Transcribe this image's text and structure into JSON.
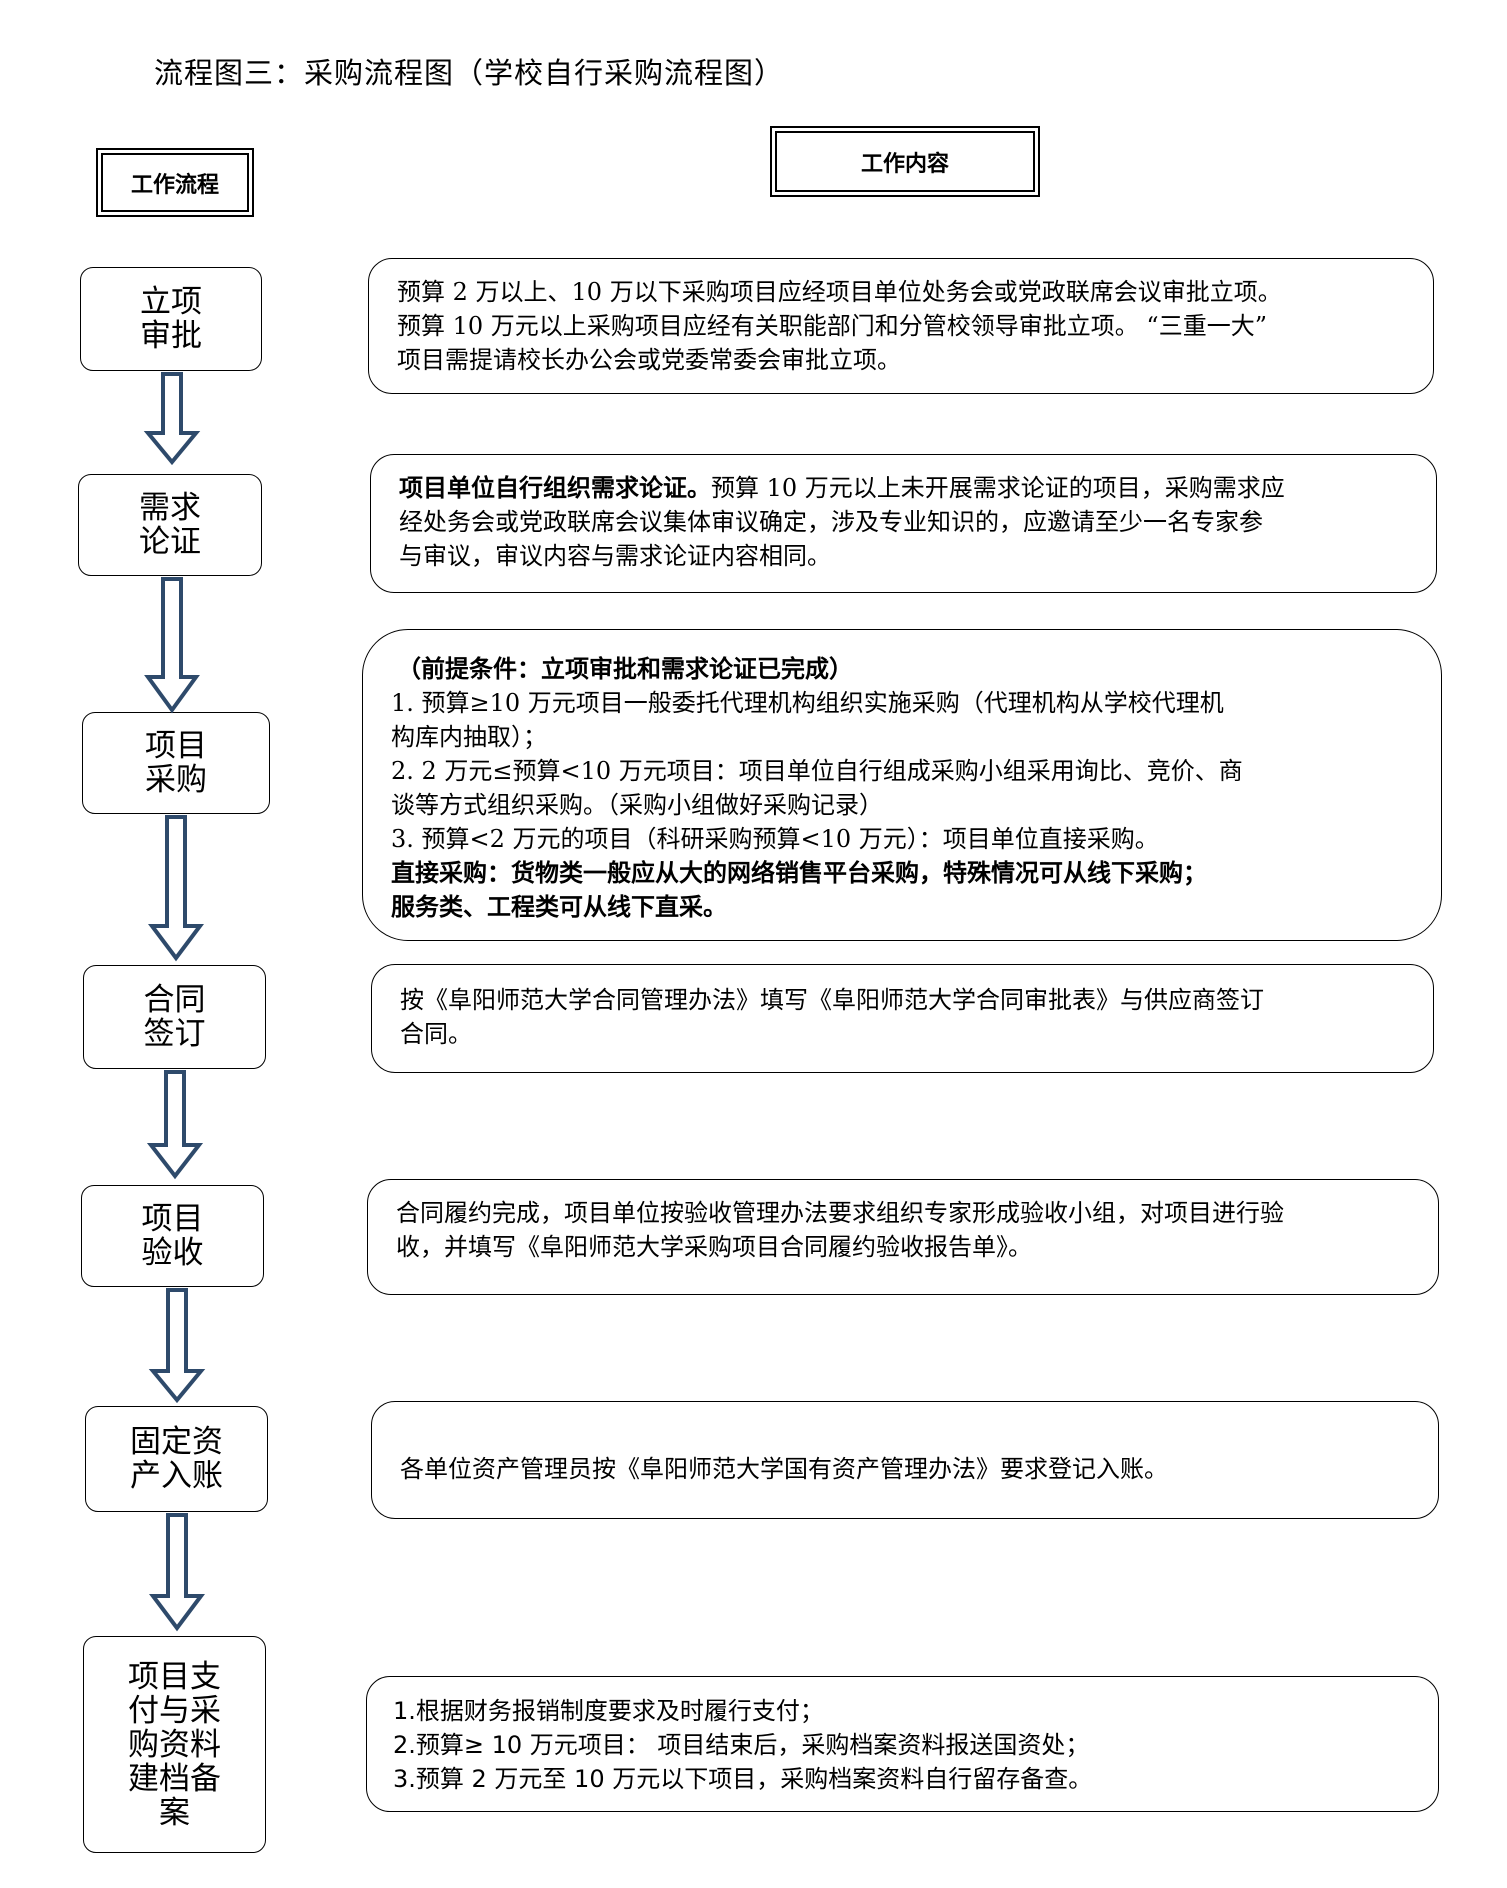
{
  "title": "流程图三：采购流程图（学校自行采购流程图）",
  "headers": {
    "left": "工作流程",
    "right": "工作内容"
  },
  "steps": [
    {
      "label": "立项\n审批"
    },
    {
      "label": "需求\n论证"
    },
    {
      "label": "项目\n采购"
    },
    {
      "label": "合同\n签订"
    },
    {
      "label": "项目\n验收"
    },
    {
      "label": "固定资\n产入账"
    },
    {
      "label": "项目支\n付与采\n购资料\n建档备\n案"
    }
  ],
  "contents": {
    "approval": {
      "l1": "预算 2 万以上、10 万以下采购项目应经项目单位处务会或党政联席会议审批立项。",
      "l2": "预算 10 万元以上采购项目应经有关职能部门和分管校领导审批立项。 “三重一大”",
      "l3": "项目需提请校长办公会或党委常委会审批立项。"
    },
    "demand": {
      "bold": "项目单位自行组织需求论证。",
      "l1": "预算 10 万元以上未开展需求论证的项目，采购需求应",
      "l2": "经处务会或党政联席会议集体审议确定，涉及专业知识的，应邀请至少一名专家参",
      "l3": "与审议，审议内容与需求论证内容相同。"
    },
    "procurement": {
      "premise": "（前提条件：立项审批和需求论证已完成）",
      "l1": "1. 预算≥10 万元项目一般委托代理机构组织实施采购（代理机构从学校代理机",
      "l2": "构库内抽取）；",
      "l3": "2. 2 万元≤预算<10 万元项目：项目单位自行组成采购小组采用询比、竞价、商",
      "l4": "谈等方式组织采购。（采购小组做好采购记录）",
      "l5": "3. 预算<2 万元的项目（科研采购预算<10 万元）：项目单位直接采购。",
      "b1": "直接采购：货物类一般应从大的网络销售平台采购，特殊情况可从线下采购；",
      "b2": "服务类、工程类可从线下直采。"
    },
    "contract": {
      "l1": "按《阜阳师范大学合同管理办法》填写《阜阳师范大学合同审批表》与供应商签订",
      "l2": "合同。"
    },
    "acceptance": {
      "l1": "合同履约完成，项目单位按验收管理办法要求组织专家形成验收小组，对项目进行验",
      "l2": "收，并填写《阜阳师范大学采购项目合同履约验收报告单》。"
    },
    "asset": {
      "l1": "各单位资产管理员按《阜阳师范大学国有资产管理办法》要求登记入账。"
    },
    "payment": {
      "l1": "1.根据财务报销制度要求及时履行支付；",
      "l2": "2.预算≥ 10 万元项目： 项目结束后，采购档案资料报送国资处；",
      "l3": "3.预算 2 万元至 10 万元以下项目，采购档案资料自行留存备查。"
    }
  },
  "colors": {
    "arrow_stroke": "#2e4a6b",
    "border": "#000000"
  }
}
